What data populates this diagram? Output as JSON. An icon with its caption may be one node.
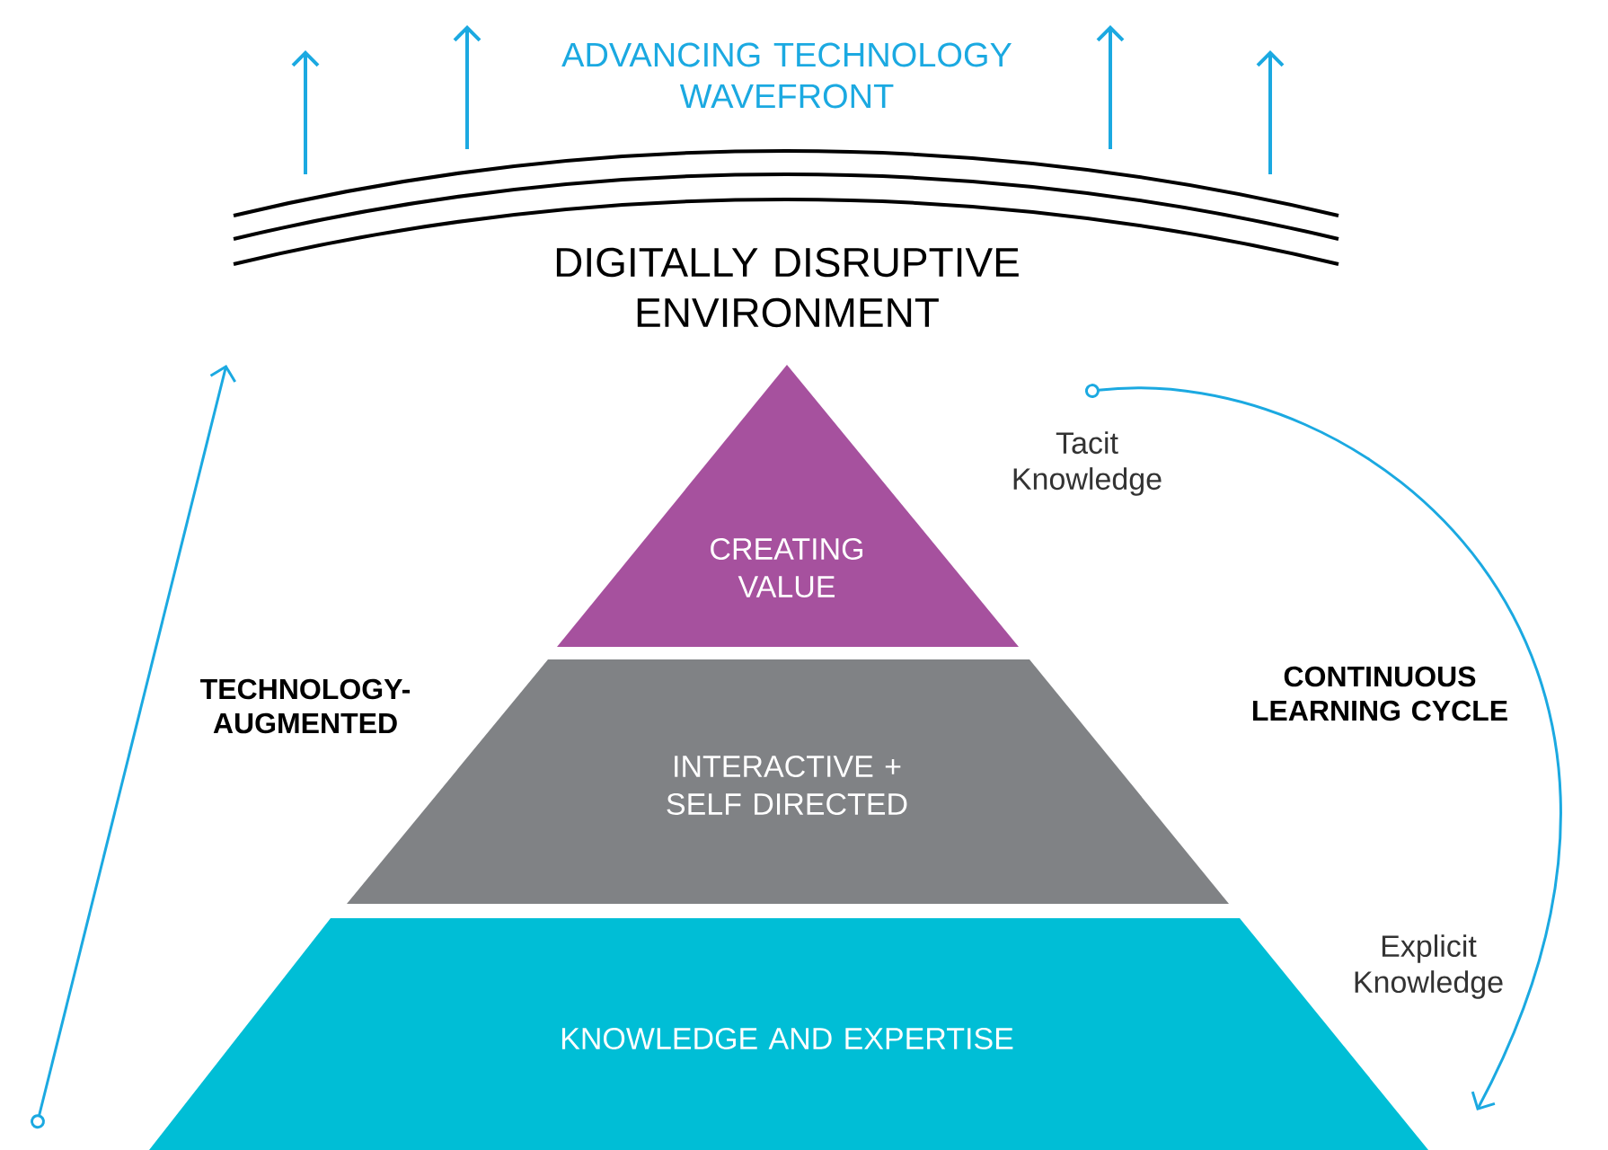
{
  "diagram": {
    "nodes": [
      {
        "text": [
          "CREATING VALUE"
        ]
      },
      {
        "text": [
          "INTERACTIVE + SELF DIRECTED"
        ]
      },
      {
        "text": [
          "KNOWLEDGE AND EXPERTISE"
        ]
      }
    ],
    "labels": [
      "ADVANCING TECHNOLOGY WAVEFRONT",
      "DIGITALLY DISRUPTIVE ENVIRONMENT",
      "Tacit Knowledge",
      "TECHNOLOGY-AUGMENTED",
      "CONTINUOUS LEARNING CYCLE",
      "Explicit Knowledge"
    ]
  }
}
